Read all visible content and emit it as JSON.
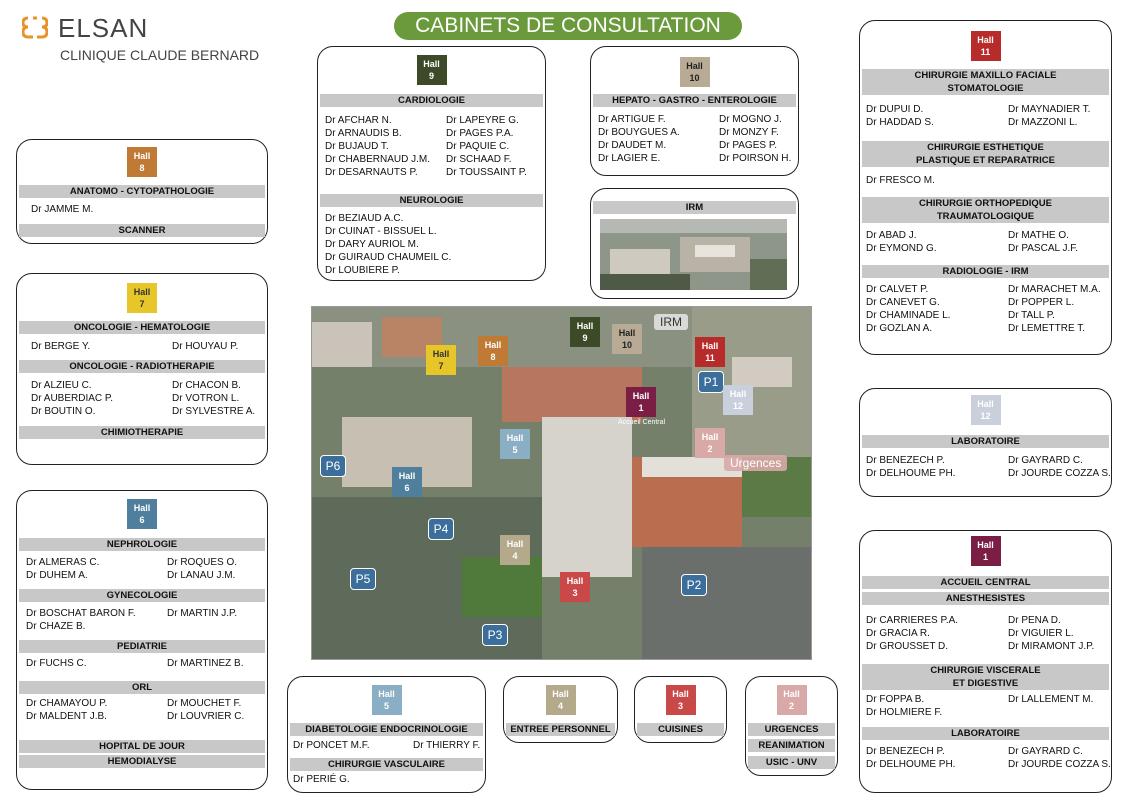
{
  "header": {
    "brand": "ELSAN",
    "clinic": "CLINIQUE CLAUDE BERNARD",
    "title": "CABINETS DE CONSULTATION"
  },
  "colors": {
    "title_bg": "#6a9a3c",
    "hall1": "#7a1e45",
    "hall2": "#d8a9a6",
    "hall3": "#c94848",
    "hall4": "#b5a98b",
    "hall5": "#8aafc4",
    "hall6": "#4f7f9c",
    "hall7": "#e6c629",
    "hall8": "#bf7a35",
    "hall9": "#3c4a28",
    "hall10": "#b8aa94",
    "hall11": "#b72b2b",
    "hall12": "#c9cfdb",
    "parking": "#3b6e9a"
  },
  "hall_word": "Hall",
  "cards": {
    "c8": {
      "num": "8",
      "s1": "ANATOMO - CYTOPATHOLOGIE",
      "d1": "Dr JAMME M.",
      "s2": "SCANNER"
    },
    "c7": {
      "num": "7",
      "s1": "ONCOLOGIE - HEMATOLOGIE",
      "l1": "Dr BERGE Y.",
      "r1": "Dr HOUYAU P.",
      "s2": "ONCOLOGIE - RADIOTHERAPIE",
      "l2": "Dr ALZIEU C.",
      "l3": "Dr AUBERDIAC P.",
      "l4": "Dr BOUTIN O.",
      "r2": "Dr CHACON B.",
      "r3": "Dr VOTRON L.",
      "r4": "Dr SYLVESTRE A.",
      "s3": "CHIMIOTHERAPIE"
    },
    "c6": {
      "num": "6",
      "s1": "NEPHROLOGIE",
      "l1": "Dr ALMERAS C.",
      "l2": "Dr DUHEM A.",
      "r1": "Dr ROQUES O.",
      "r2": "Dr LANAU J.M.",
      "s2": "GYNECOLOGIE",
      "l3": "Dr BOSCHAT BARON F.",
      "l4": "Dr CHAZE B.",
      "r3": "Dr MARTIN J.P.",
      "s3": "PEDIATRIE",
      "l5": "Dr FUCHS C.",
      "r5": "Dr MARTINEZ B.",
      "s4": "ORL",
      "l6": "Dr CHAMAYOU P.",
      "l7": "Dr MALDENT J.B.",
      "r6": "Dr MOUCHET F.",
      "r7": "Dr LOUVRIER C.",
      "s5": "HOPITAL DE JOUR",
      "s6": "HEMODIALYSE"
    },
    "c9": {
      "num": "9",
      "s1": "CARDIOLOGIE",
      "l1": "Dr AFCHAR N.",
      "l2": "Dr ARNAUDIS B.",
      "l3": "Dr BUJAUD T.",
      "l4": "Dr CHABERNAUD J.M.",
      "l5": "Dr DESARNAUTS P.",
      "r1": "Dr LAPEYRE G.",
      "r2": "Dr PAGES P.A.",
      "r3": "Dr PAQUIE C.",
      "r4": "Dr SCHAAD F.",
      "r5": "Dr TOUSSAINT P.",
      "s2": "NEUROLOGIE",
      "n1": "Dr BEZIAUD A.C.",
      "n2": "Dr CUINAT - BISSUEL L.",
      "n3": "Dr DARY AURIOL M.",
      "n4": "Dr GUIRAUD CHAUMEIL C.",
      "n5": "Dr LOUBIERE P."
    },
    "c10": {
      "num": "10",
      "s1": "HEPATO - GASTRO - ENTEROLOGIE",
      "l1": "Dr ARTIGUE F.",
      "l2": "Dr BOUYGUES A.",
      "l3": "Dr DAUDET M.",
      "l4": "Dr LAGIER E.",
      "r1": "Dr MOGNO J.",
      "r2": "Dr MONZY F.",
      "r3": "Dr PAGES P.",
      "r4": "Dr POIRSON H."
    },
    "cirm": {
      "s1": "IRM"
    },
    "c11": {
      "num": "11",
      "s1a": "CHIRURGIE MAXILLO FACIALE",
      "s1b": "STOMATOLOGIE",
      "l1": "Dr DUPUI D.",
      "l2": "Dr HADDAD S.",
      "r1": "Dr MAYNADIER T.",
      "r2": "Dr MAZZONI L.",
      "s2a": "CHIRURGIE ESTHETIQUE",
      "s2b": "PLASTIQUE ET REPARATRICE",
      "l3": "Dr FRESCO M.",
      "s3a": "CHIRURGIE ORTHOPEDIQUE",
      "s3b": "TRAUMATOLOGIQUE",
      "l4": "Dr ABAD J.",
      "l5": "Dr EYMOND G.",
      "r4": "Dr MATHE O.",
      "r5": "Dr PASCAL J.F.",
      "s4": "RADIOLOGIE - IRM",
      "l6": "Dr CALVET P.",
      "l7": "Dr CANEVET G.",
      "l8": "Dr CHAMINADE L.",
      "l9": "Dr GOZLAN A.",
      "r6": "Dr MARACHET M.A.",
      "r7": "Dr POPPER L.",
      "r8": "Dr TALL P.",
      "r9": "Dr LEMETTRE T."
    },
    "c12": {
      "num": "12",
      "s1": "LABORATOIRE",
      "l1": "Dr BENEZECH P.",
      "l2": "Dr DELHOUME PH.",
      "r1": "Dr GAYRARD C.",
      "r2": "Dr JOURDE COZZA S."
    },
    "c1": {
      "num": "1",
      "s1": "ACCUEIL CENTRAL",
      "s2": "ANESTHESISTES",
      "l1": "Dr CARRIERES P.A.",
      "l2": "Dr GRACIA R.",
      "l3": "Dr GROUSSET D.",
      "r1": "Dr PENA D.",
      "r2": "Dr VIGUIER L.",
      "r3": "Dr MIRAMONT J.P.",
      "s3a": "CHIRURGIE VISCERALE",
      "s3b": "ET DIGESTIVE",
      "l4": "Dr FOPPA B.",
      "l5": "Dr HOLMIERE F.",
      "r4": "Dr LALLEMENT M.",
      "s4": "LABORATOIRE",
      "l6": "Dr BENEZECH P.",
      "l7": "Dr DELHOUME PH.",
      "r6": "Dr GAYRARD C.",
      "r7": "Dr JOURDE COZZA S."
    },
    "c5": {
      "num": "5",
      "s1": "DIABETOLOGIE ENDOCRINOLOGIE",
      "l1": "Dr PONCET M.F.",
      "r1": "Dr THIERRY F.",
      "s2": "CHIRURGIE VASCULAIRE",
      "l2": "Dr PERIÉ G."
    },
    "c4": {
      "num": "4",
      "s1": "ENTREE PERSONNEL"
    },
    "c3": {
      "num": "3",
      "s1": "CUISINES"
    },
    "c2": {
      "num": "2",
      "s1": "URGENCES",
      "s2": "REANIMATION",
      "s3": "USIC - UNV"
    }
  },
  "map": {
    "irm": "IRM",
    "urgences": "Urgences",
    "accueil": "Accueil Central",
    "parkings": [
      "P1",
      "P2",
      "P3",
      "P4",
      "P5",
      "P6"
    ]
  }
}
